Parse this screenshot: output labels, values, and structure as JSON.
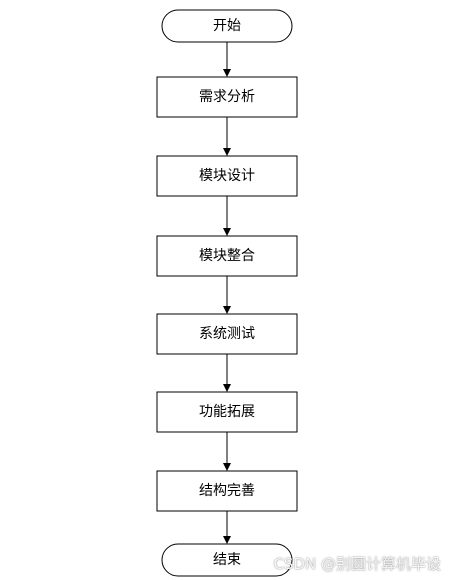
{
  "diagram": {
    "nodes": [
      {
        "id": "start",
        "label": "开始",
        "shape": "terminator"
      },
      {
        "id": "requirements",
        "label": "需求分析",
        "shape": "process"
      },
      {
        "id": "module-design",
        "label": "模块设计",
        "shape": "process"
      },
      {
        "id": "module-integration",
        "label": "模块整合",
        "shape": "process"
      },
      {
        "id": "system-test",
        "label": "系统测试",
        "shape": "process"
      },
      {
        "id": "feature-expansion",
        "label": "功能拓展",
        "shape": "process"
      },
      {
        "id": "structure-refinement",
        "label": "结构完善",
        "shape": "process"
      },
      {
        "id": "end",
        "label": "结束",
        "shape": "terminator"
      }
    ],
    "edges": [
      {
        "from": "start",
        "to": "requirements"
      },
      {
        "from": "requirements",
        "to": "module-design"
      },
      {
        "from": "module-design",
        "to": "module-integration"
      },
      {
        "from": "module-integration",
        "to": "system-test"
      },
      {
        "from": "system-test",
        "to": "feature-expansion"
      },
      {
        "from": "feature-expansion",
        "to": "structure-refinement"
      },
      {
        "from": "structure-refinement",
        "to": "end"
      }
    ]
  },
  "watermark": {
    "text": "CSDN @别圆计算机毕设"
  },
  "colors": {
    "stroke": "#000000",
    "fill": "#ffffff",
    "text": "#000000"
  }
}
